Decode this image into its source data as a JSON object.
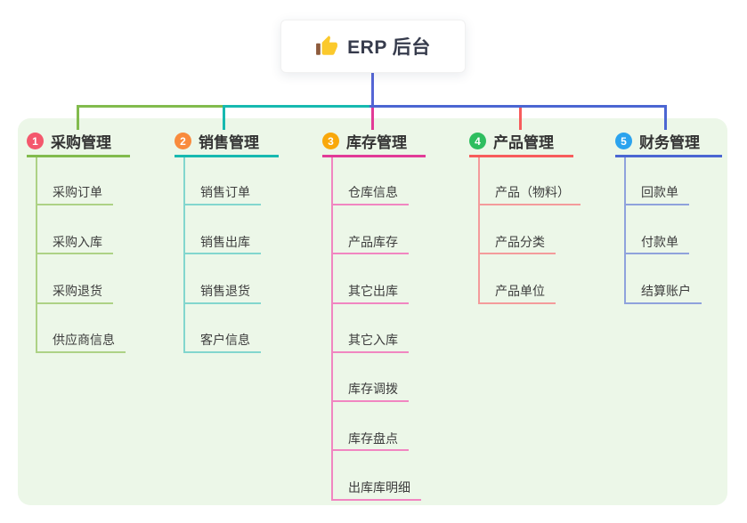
{
  "root": {
    "label": "ERP 后台",
    "icon": "thumbs-up-icon",
    "connector_color": "#5566D6",
    "background": "#FFFFFF"
  },
  "panel": {
    "background": "#ECF7E8"
  },
  "branches": [
    {
      "number": "1",
      "title": "采购管理",
      "line_color": "#82BB4D",
      "child_line_color": "#ADD285",
      "badge_color": "#F4586D",
      "children": [
        "采购订单",
        "采购入库",
        "采购退货",
        "供应商信息"
      ]
    },
    {
      "number": "2",
      "title": "销售管理",
      "line_color": "#17B9B0",
      "child_line_color": "#82D6CE",
      "badge_color": "#F98B3D",
      "children": [
        "销售订单",
        "销售出库",
        "销售退货",
        "客户信息"
      ]
    },
    {
      "number": "3",
      "title": "库存管理",
      "line_color": "#E23B97",
      "child_line_color": "#F186C1",
      "badge_color": "#F9A80B",
      "children": [
        "仓库信息",
        "产品库存",
        "其它出库",
        "其它入库",
        "库存调拨",
        "库存盘点",
        "出库库明细"
      ]
    },
    {
      "number": "4",
      "title": "产品管理",
      "line_color": "#F75C5C",
      "child_line_color": "#F49B9B",
      "badge_color": "#2EBE5F",
      "children": [
        "产品（物料）",
        "产品分类",
        "产品单位"
      ]
    },
    {
      "number": "5",
      "title": "财务管理",
      "line_color": "#4B66D2",
      "child_line_color": "#8FA2DC",
      "badge_color": "#2BA3EE",
      "children": [
        "回款单",
        "付款单",
        "结算账户"
      ]
    }
  ]
}
